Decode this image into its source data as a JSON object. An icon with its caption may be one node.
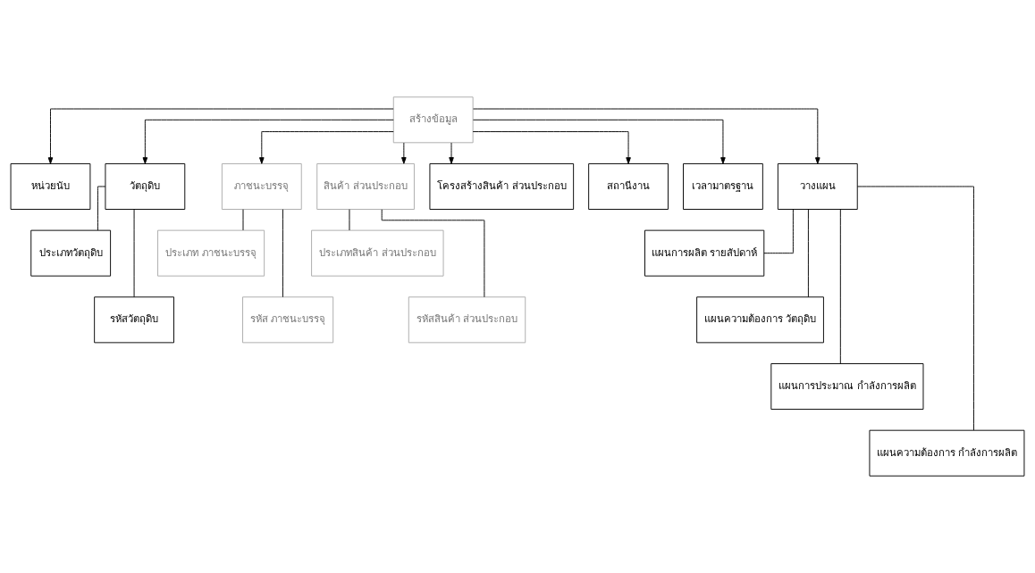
{
  "diagram": {
    "nodes": [
      {
        "text": [
          "สร้างข้อมูล"
        ]
      },
      {
        "text": [
          "หน่วยนับ"
        ]
      },
      {
        "text": [
          "วัตถุดิบ"
        ]
      },
      {
        "text": [
          "ภาชนะบรรจุ"
        ]
      },
      {
        "text": [
          "สินค้า ส่วนประกอบ"
        ]
      },
      {
        "text": [
          "โครงสร้างสินค้า ส่วนประกอบ"
        ]
      },
      {
        "text": [
          "สถานีงาน"
        ]
      },
      {
        "text": [
          "เวลามาตรฐาน"
        ]
      },
      {
        "text": [
          "วางแผน"
        ]
      },
      {
        "text": [
          "ประเภทวัตถุดิบ"
        ]
      },
      {
        "text": [
          "รหัสวัตถุดิบ"
        ]
      },
      {
        "text": [
          "ประเภท ภาชนะบรรจุ"
        ]
      },
      {
        "text": [
          "รหัส ภาชนะบรรจุ"
        ]
      },
      {
        "text": [
          "ประเภทสินค้า ส่วนประกอบ"
        ]
      },
      {
        "text": [
          "รหัสสินค้า ส่วนประกอบ"
        ]
      },
      {
        "text": [
          "แผนการผลิต รายสัปดาห์"
        ]
      },
      {
        "text": [
          "แผนความต้องการ วัตถุดิบ"
        ]
      },
      {
        "text": [
          "แผนการประมาณ กำลังการผลิต"
        ]
      },
      {
        "text": [
          "แผนความต้องการ กำลังการผลิต"
        ]
      }
    ],
    "edges": [
      {
        "from": 0,
        "to": 1,
        "arrow": "to"
      },
      {
        "from": 0,
        "to": 2,
        "arrow": "to"
      },
      {
        "from": 0,
        "to": 3,
        "arrow": "to"
      },
      {
        "from": 0,
        "to": 4,
        "arrow": "to"
      },
      {
        "from": 0,
        "to": 5,
        "arrow": "to"
      },
      {
        "from": 0,
        "to": 6,
        "arrow": "to"
      },
      {
        "from": 0,
        "to": 7,
        "arrow": "to"
      },
      {
        "from": 0,
        "to": 8,
        "arrow": "to"
      },
      {
        "from": 2,
        "to": 9,
        "arrow": "none"
      },
      {
        "from": 2,
        "to": 10,
        "arrow": "none"
      },
      {
        "from": 3,
        "to": 11,
        "arrow": "none"
      },
      {
        "from": 3,
        "to": 12,
        "arrow": "none"
      },
      {
        "from": 4,
        "to": 13,
        "arrow": "none"
      },
      {
        "from": 4,
        "to": 14,
        "arrow": "none"
      },
      {
        "from": 8,
        "to": 15,
        "arrow": "none"
      },
      {
        "from": 8,
        "to": 16,
        "arrow": "none"
      },
      {
        "from": 8,
        "to": 17,
        "arrow": "none"
      },
      {
        "from": 8,
        "to": 18,
        "arrow": "none"
      }
    ]
  }
}
